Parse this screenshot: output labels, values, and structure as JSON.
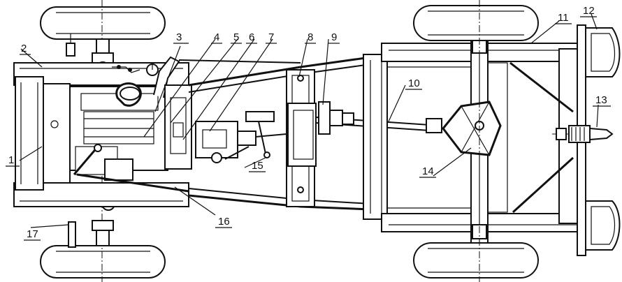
{
  "callouts": [
    {
      "id": "1",
      "text": "1"
    },
    {
      "id": "2",
      "text": "2"
    },
    {
      "id": "3",
      "text": "3"
    },
    {
      "id": "4",
      "text": "4"
    },
    {
      "id": "5",
      "text": "5"
    },
    {
      "id": "6",
      "text": "6"
    },
    {
      "id": "7",
      "text": "7"
    },
    {
      "id": "8",
      "text": "8"
    },
    {
      "id": "9",
      "text": "9"
    },
    {
      "id": "10",
      "text": "10"
    },
    {
      "id": "11",
      "text": "11"
    },
    {
      "id": "12",
      "text": "12"
    },
    {
      "id": "13",
      "text": "13"
    },
    {
      "id": "14",
      "text": "14"
    },
    {
      "id": "15",
      "text": "15"
    },
    {
      "id": "16",
      "text": "16"
    },
    {
      "id": "17",
      "text": "17"
    }
  ],
  "style": {
    "ink": "#111111",
    "paper": "#ffffff"
  }
}
